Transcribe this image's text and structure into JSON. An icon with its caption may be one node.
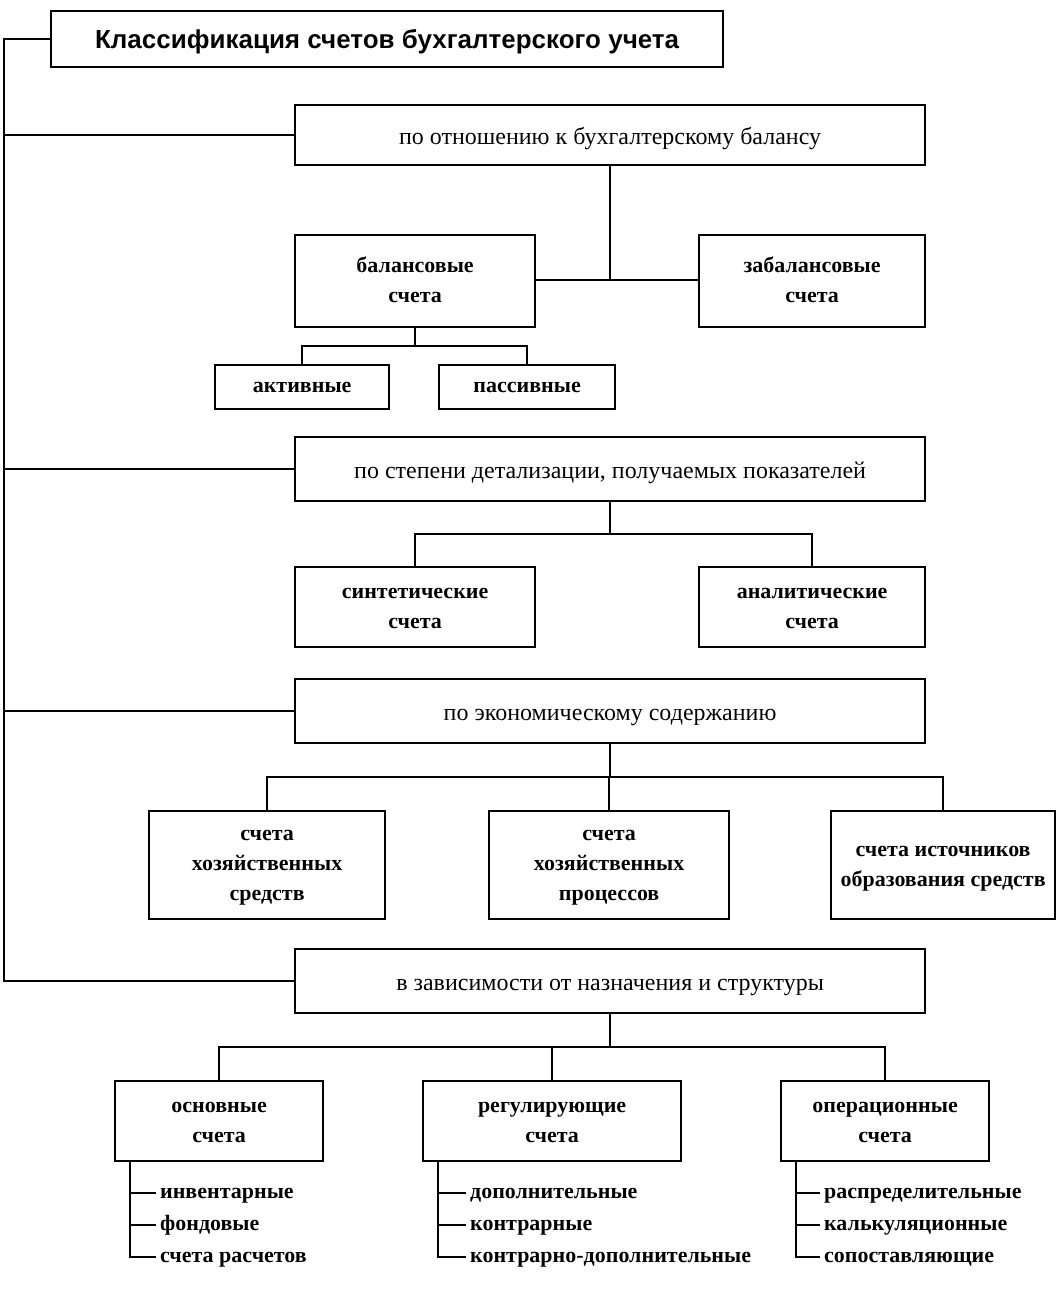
{
  "diagram": {
    "nodes": [
      {
        "text": [
          "Классификация счетов бухгалтерского учета"
        ]
      },
      {
        "text": [
          "по отношению к бухгалтерскому балансу"
        ]
      },
      {
        "text": [
          "балансовые счета"
        ]
      },
      {
        "text": [
          "забалансовые счета"
        ]
      },
      {
        "text": [
          "активные"
        ]
      },
      {
        "text": [
          "пассивные"
        ]
      },
      {
        "text": [
          "по степени детализации,  получаемых показателей"
        ]
      },
      {
        "text": [
          "синтетические счета"
        ]
      },
      {
        "text": [
          "аналитические счета"
        ]
      },
      {
        "text": [
          "по экономическому содержанию"
        ]
      },
      {
        "text": [
          "счета хозяйственных средств"
        ]
      },
      {
        "text": [
          "счета хозяйственных процессов"
        ]
      },
      {
        "text": [
          "счета источников образования средств"
        ]
      },
      {
        "text": [
          "в зависимости от назначения и структуры"
        ]
      },
      {
        "text": [
          "основные счета"
        ]
      },
      {
        "text": [
          "регулирующие счета"
        ]
      },
      {
        "text": [
          "операционные счета"
        ]
      },
      {
        "text": [
          "инвентарные"
        ]
      },
      {
        "text": [
          "фондовые"
        ]
      },
      {
        "text": [
          "счета расчетов"
        ]
      },
      {
        "text": [
          "дополнительные"
        ]
      },
      {
        "text": [
          "контрарные"
        ]
      },
      {
        "text": [
          "контрарно-дополнительные"
        ]
      },
      {
        "text": [
          "распределительные"
        ]
      },
      {
        "text": [
          "калькуляционные"
        ]
      },
      {
        "text": [
          "сопоставляющие"
        ]
      }
    ],
    "edges": [
      {
        "from": 0,
        "to": 1,
        "arrow": "none"
      },
      {
        "from": 0,
        "to": 6,
        "arrow": "none"
      },
      {
        "from": 0,
        "to": 9,
        "arrow": "none"
      },
      {
        "from": 0,
        "to": 13,
        "arrow": "none"
      },
      {
        "from": 1,
        "to": 2,
        "arrow": "none"
      },
      {
        "from": 1,
        "to": 3,
        "arrow": "none"
      },
      {
        "from": 2,
        "to": 4,
        "arrow": "none"
      },
      {
        "from": 2,
        "to": 5,
        "arrow": "none"
      },
      {
        "from": 6,
        "to": 7,
        "arrow": "none"
      },
      {
        "from": 6,
        "to": 8,
        "arrow": "none"
      },
      {
        "from": 9,
        "to": 10,
        "arrow": "none"
      },
      {
        "from": 9,
        "to": 11,
        "arrow": "none"
      },
      {
        "from": 9,
        "to": 12,
        "arrow": "none"
      },
      {
        "from": 13,
        "to": 14,
        "arrow": "none"
      },
      {
        "from": 13,
        "to": 15,
        "arrow": "none"
      },
      {
        "from": 13,
        "to": 16,
        "arrow": "none"
      },
      {
        "from": 14,
        "to": 17,
        "arrow": "none"
      },
      {
        "from": 14,
        "to": 18,
        "arrow": "none"
      },
      {
        "from": 14,
        "to": 19,
        "arrow": "none"
      },
      {
        "from": 15,
        "to": 20,
        "arrow": "none"
      },
      {
        "from": 15,
        "to": 21,
        "arrow": "none"
      },
      {
        "from": 15,
        "to": 22,
        "arrow": "none"
      },
      {
        "from": 16,
        "to": 23,
        "arrow": "none"
      },
      {
        "from": 16,
        "to": 24,
        "arrow": "none"
      },
      {
        "from": 16,
        "to": 25,
        "arrow": "none"
      }
    ]
  }
}
